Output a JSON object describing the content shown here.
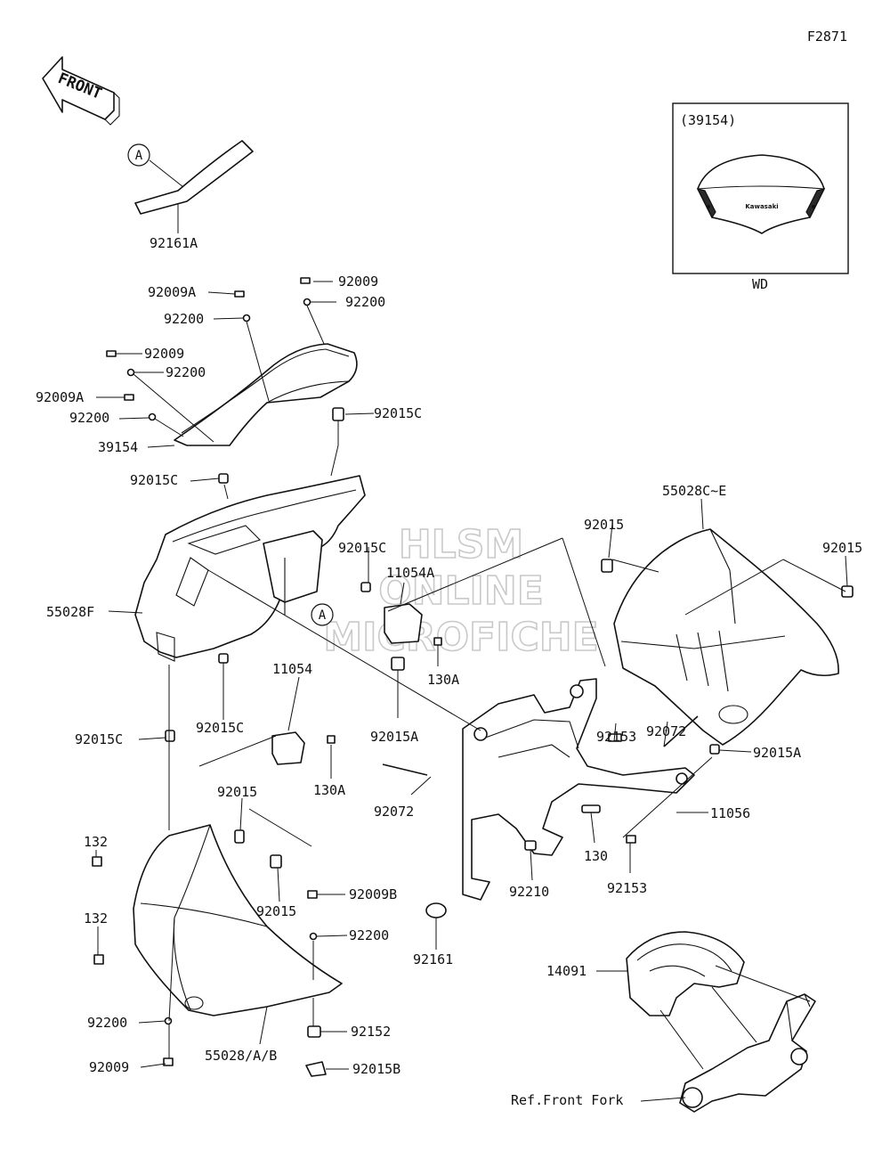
{
  "figure_id": "F2871",
  "front_arrow_label": "FRONT",
  "inset": {
    "title": "(39154)",
    "caption": "WD",
    "logo_text": "Kawasaki"
  },
  "watermark": [
    "HLSM",
    "ONLINE",
    "MICROFICHE"
  ],
  "ref_note": "Ref.Front Fork",
  "callout_letter": "A",
  "part_labels": [
    "92161A",
    "92009A",
    "92200",
    "92009",
    "92200",
    "92009",
    "92200",
    "92009A",
    "92200",
    "39154",
    "92015C",
    "92015C",
    "55028F",
    "92015C",
    "11054A",
    "130A",
    "55028C~E",
    "92015",
    "92015",
    "11054",
    "92015C",
    "130A",
    "92015A",
    "92153",
    "92072",
    "92015A",
    "92015C",
    "92015",
    "92072",
    "11056",
    "132",
    "92015",
    "130",
    "92210",
    "92153",
    "92009B",
    "132",
    "92200",
    "92161",
    "14091",
    "92200",
    "92152",
    "55028/A/B",
    "92009",
    "92015B"
  ]
}
